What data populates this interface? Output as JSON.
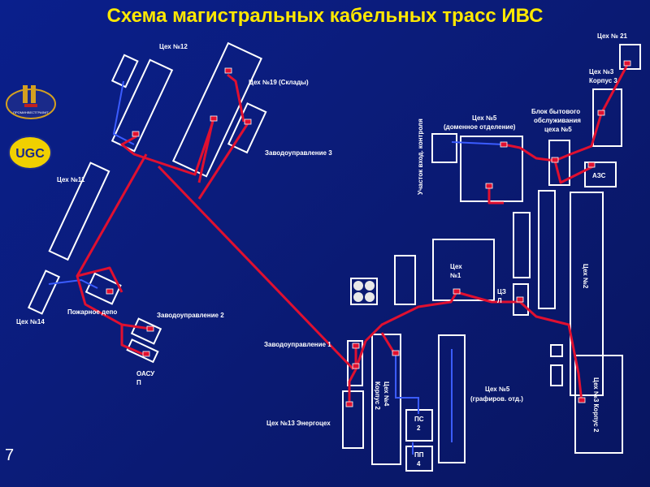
{
  "title": "Схема магистральных кабельных трасс ИВС",
  "page_number": "7",
  "logos": {
    "logo_top_text": "ПРОМИНВЕСТГРАФИТ",
    "logo_bottom_text": "UGC"
  },
  "labels": {
    "tseh12": "Цех №12",
    "tseh19": "Цех №19 (Склады)",
    "zavod3": "Заводоуправление 3",
    "tseh11": "Цех №11",
    "tseh14": "Цех №14",
    "pozh": "Пожарное депо",
    "zavod2": "Заводоуправление 2",
    "oasup1": "ОАСУ",
    "oasup2": "П",
    "zavod1": "Заводоуправление 1",
    "tseh13": "Цех №13 Энергоцех",
    "uchastok": "Участок вход. контроля",
    "tseh5a1": "Цех №5",
    "tseh5a2": "(доменное отделение)",
    "blok1": "Блок бытового",
    "blok2": "обслуживания",
    "blok3": "цеха №5",
    "tseh21": "Цех № 21",
    "tseh3a": "Цех №3",
    "tseh3b": "Корпус 3",
    "azs": "АЗС",
    "tseh1a": "Цех",
    "tseh1b": "№1",
    "tszl1": "ЦЗ",
    "tszl2": "Л",
    "tseh2": "Цех №2",
    "tseh4a": "Цех №4",
    "tseh4b": "Корпус 2",
    "ps1": "ПС",
    "ps2": "2",
    "pp1": "ПП",
    "pp2": "4",
    "tseh5b1": "Цех №5",
    "tseh5b2": "(графиров. отд.)",
    "tseh3k2": "Цех №3 Корпус 2"
  }
}
